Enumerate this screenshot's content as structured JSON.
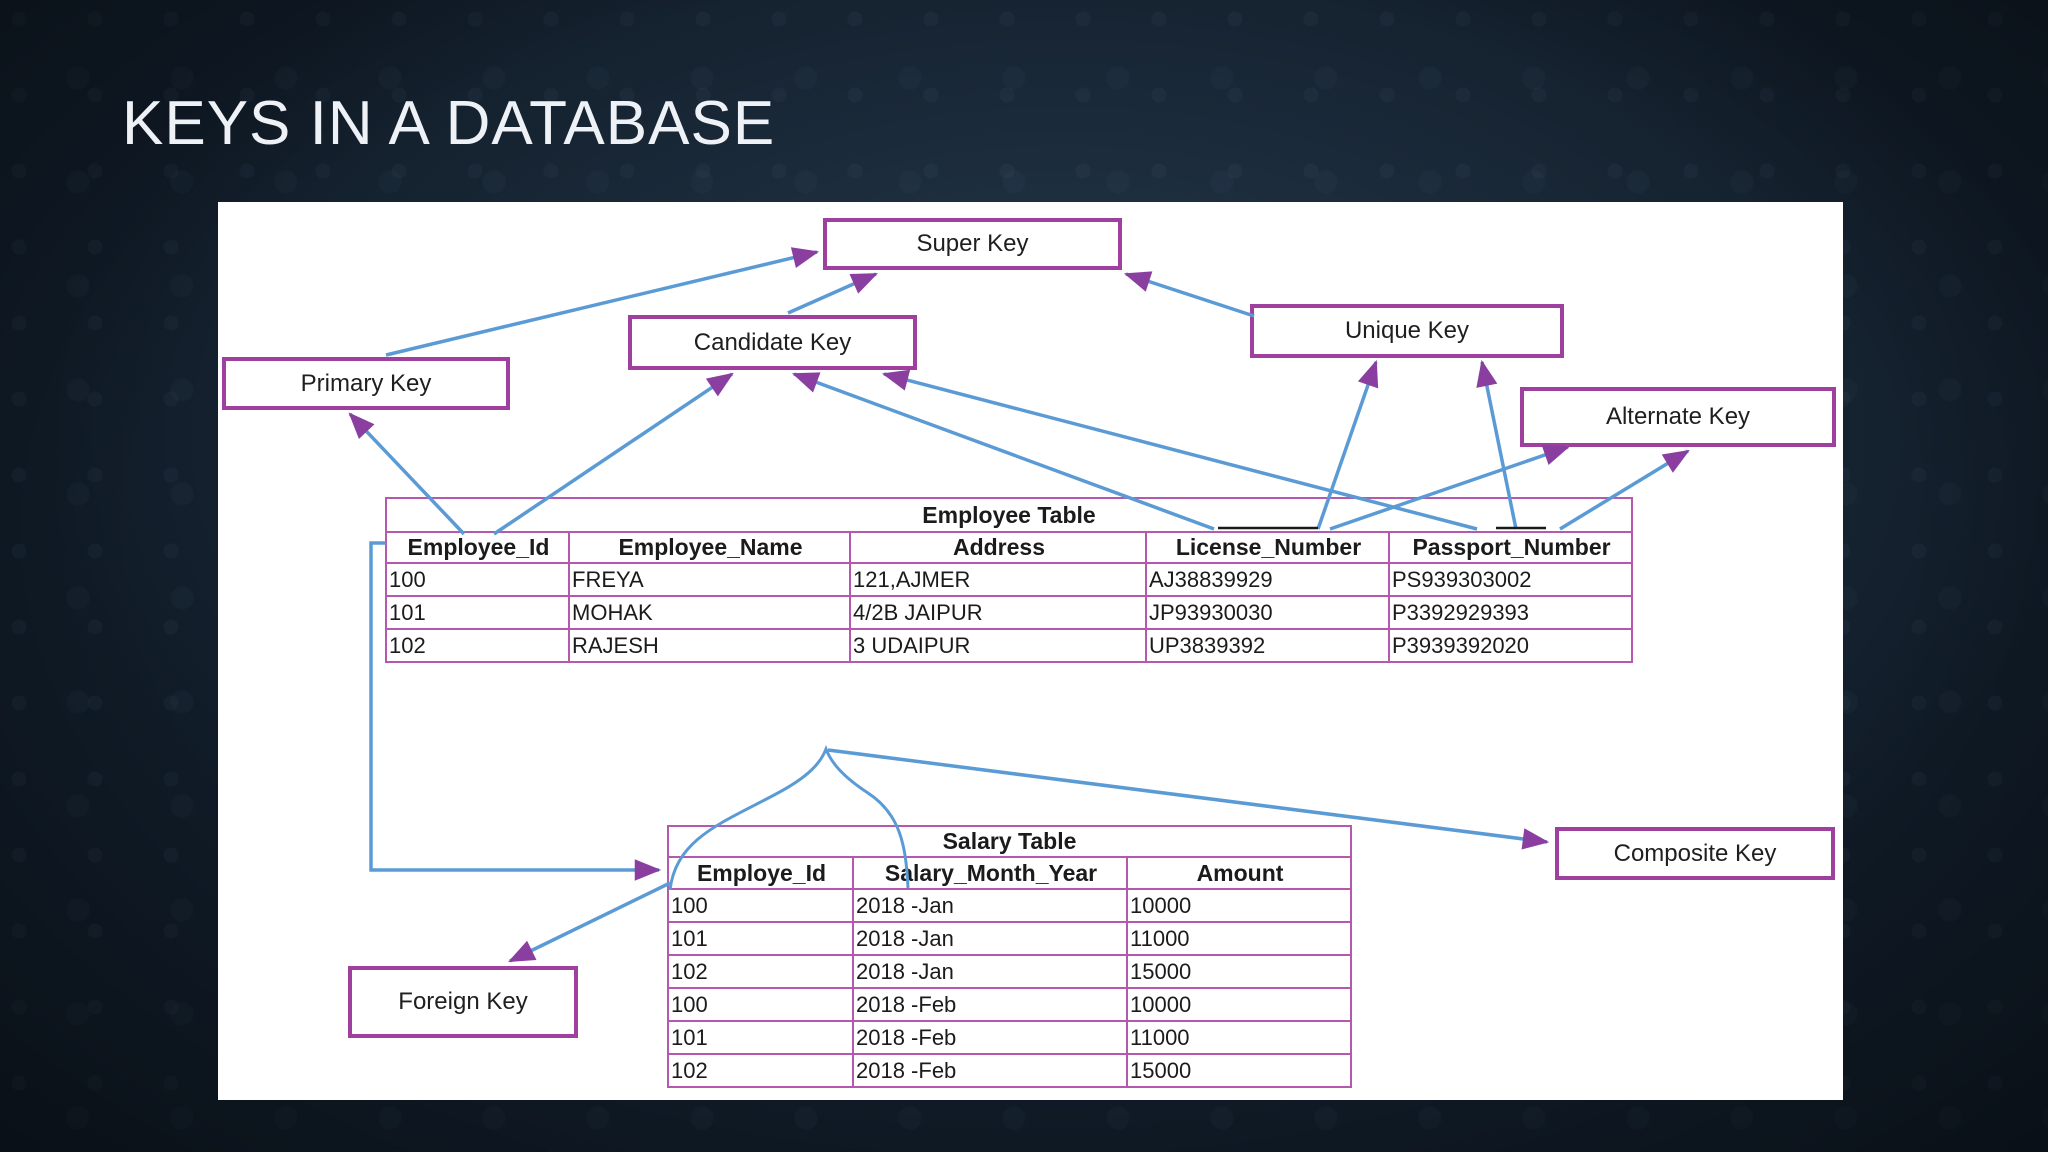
{
  "slide": {
    "title": "KEYS IN A DATABASE"
  },
  "key_boxes": {
    "super": {
      "label": "Super Key"
    },
    "candidate": {
      "label": "Candidate Key"
    },
    "primary": {
      "label": "Primary Key"
    },
    "unique": {
      "label": "Unique Key"
    },
    "alternate": {
      "label": "Alternate Key"
    },
    "composite": {
      "label": "Composite Key"
    },
    "foreign": {
      "label": "Foreign Key"
    }
  },
  "employee_table": {
    "title": "Employee Table",
    "headers": [
      "Employee_Id",
      "Employee_Name",
      "Address",
      "License_Number",
      "Passport_Number"
    ],
    "rows": [
      [
        "100",
        "FREYA",
        "121,AJMER",
        "AJ38839929",
        "PS939303002"
      ],
      [
        "101",
        "MOHAK",
        "4/2B JAIPUR",
        "JP93930030",
        "P3392929393"
      ],
      [
        "102",
        "RAJESH",
        "3 UDAIPUR",
        "UP3839392",
        "P3939392020"
      ]
    ]
  },
  "salary_table": {
    "title": "Salary Table",
    "headers": [
      "Employe_Id",
      "Salary_Month_Year",
      "Amount"
    ],
    "rows": [
      [
        "100",
        "2018 -Jan",
        "10000"
      ],
      [
        "101",
        "2018 -Jan",
        "11000"
      ],
      [
        "102",
        "2018 -Jan",
        "15000"
      ],
      [
        "100",
        "2018 -Feb",
        "10000"
      ],
      [
        "101",
        "2018 -Feb",
        "11000"
      ],
      [
        "102",
        "2018 -Feb",
        "15000"
      ]
    ]
  },
  "colors": {
    "slide_background": "#101b27",
    "title_text": "#eef1f5",
    "panel_background": "#ffffff",
    "key_box_border": "#a0409e",
    "table_border": "#b459ae",
    "connector_blue": "#5b9bd5",
    "arrowhead_purple": "#8a3fa0",
    "table_text": "#1b1b1b"
  }
}
